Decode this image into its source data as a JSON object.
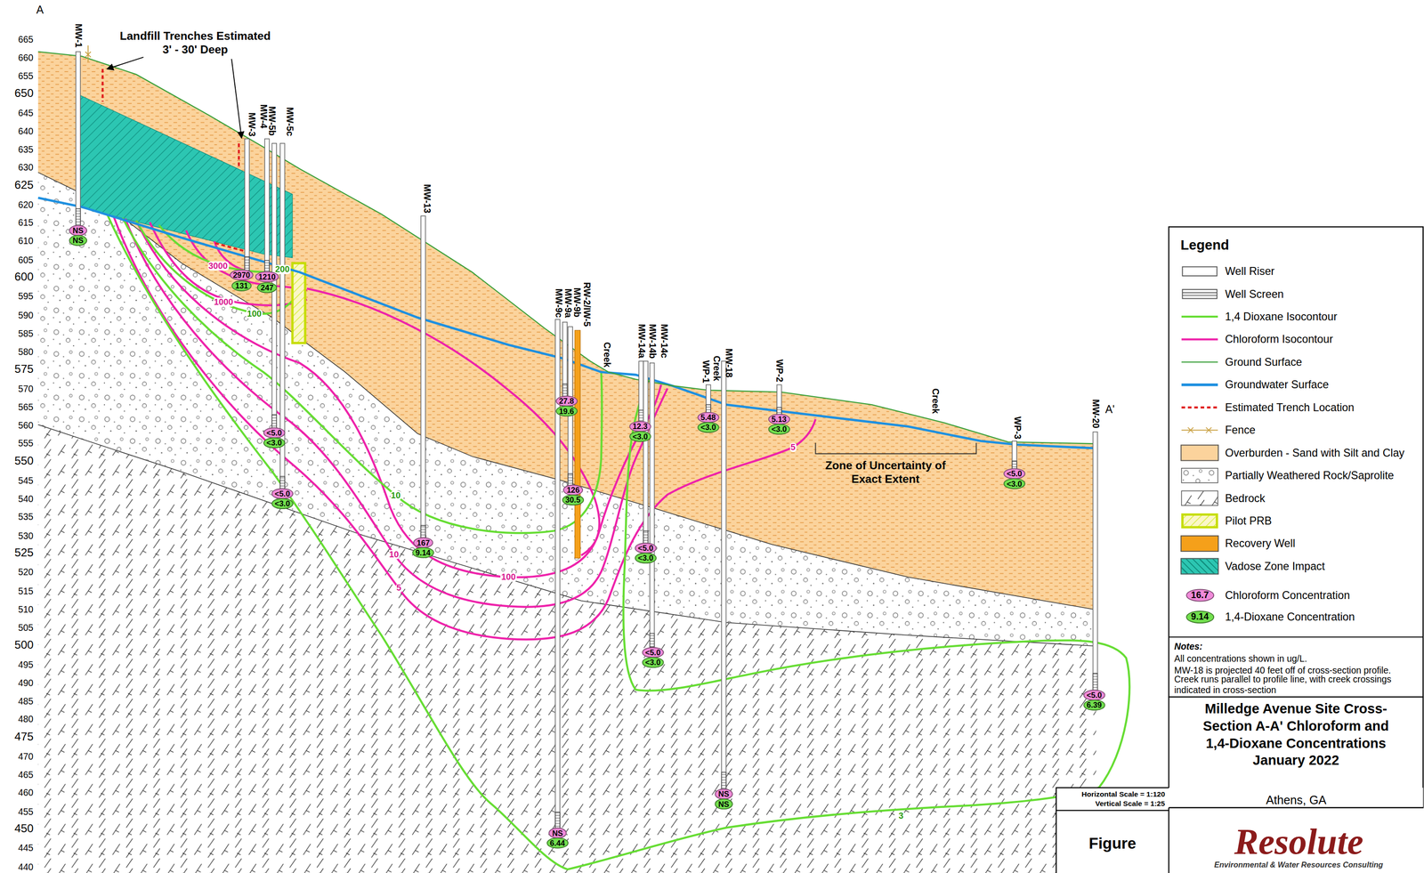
{
  "diagram": {
    "title": "Milledge Avenue Site Cross-Section A-A' Chloroform and 1,4-Dioxane Concentrations January 2022",
    "nodes": [
      {
        "text": [
          "NS"
        ]
      },
      {
        "text": [
          "NS"
        ]
      },
      {
        "text": [
          "2970"
        ]
      },
      {
        "text": [
          "131"
        ]
      },
      {
        "text": [
          "1210"
        ]
      },
      {
        "text": [
          "247"
        ]
      },
      {
        "text": [
          "<5.0"
        ]
      },
      {
        "text": [
          "<3.0"
        ]
      },
      {
        "text": [
          "<5.0"
        ]
      },
      {
        "text": [
          "<3.0"
        ]
      },
      {
        "text": [
          "167"
        ]
      },
      {
        "text": [
          "9.14"
        ]
      },
      {
        "text": [
          "NS"
        ]
      },
      {
        "text": [
          "6.44"
        ]
      },
      {
        "text": [
          "27.8"
        ]
      },
      {
        "text": [
          "19.6"
        ]
      },
      {
        "text": [
          "126"
        ]
      },
      {
        "text": [
          "30.5"
        ]
      },
      {
        "text": [
          "12.3"
        ]
      },
      {
        "text": [
          "<3.0"
        ]
      },
      {
        "text": [
          "<5.0"
        ]
      },
      {
        "text": [
          "<3.0"
        ]
      },
      {
        "text": [
          "<5.0"
        ]
      },
      {
        "text": [
          "<3.0"
        ]
      },
      {
        "text": [
          "5.48"
        ]
      },
      {
        "text": [
          "<3.0"
        ]
      },
      {
        "text": [
          "NS"
        ]
      },
      {
        "text": [
          "NS"
        ]
      },
      {
        "text": [
          "5.13"
        ]
      },
      {
        "text": [
          "<3.0"
        ]
      },
      {
        "text": [
          "<5.0"
        ]
      },
      {
        "text": [
          "<3.0"
        ]
      },
      {
        "text": [
          "<5.0"
        ]
      },
      {
        "text": [
          "6.39"
        ]
      }
    ],
    "labels": [
      "A",
      "A'",
      "665",
      "660",
      "655",
      "650",
      "645",
      "640",
      "635",
      "630",
      "625",
      "620",
      "615",
      "610",
      "605",
      "600",
      "595",
      "590",
      "585",
      "580",
      "575",
      "570",
      "565",
      "560",
      "555",
      "550",
      "545",
      "540",
      "535",
      "530",
      "525",
      "520",
      "515",
      "510",
      "505",
      "500",
      "495",
      "490",
      "485",
      "480",
      "475",
      "470",
      "465",
      "460",
      "455",
      "450",
      "445",
      "440",
      "Landfill Trenches Estimated 3' - 30' Deep",
      "MW-1",
      "MW-3",
      "MW-4",
      "MW-5b",
      "MW-5c",
      "MW-13",
      "MW-9c",
      "MW-9a",
      "MW-9b",
      "RW-2/IW-5",
      "Creek",
      "MW-14a",
      "MW-14b",
      "MW-14c",
      "WP-1",
      "Creek",
      "MW-18",
      "WP-2",
      "Creek",
      "WP-3",
      "MW-20",
      "Zone of Uncertainty of Exact Extent",
      "3000",
      "1000",
      "200",
      "100",
      "10",
      "10",
      "100",
      "5",
      "5",
      "3",
      "Legend",
      "Notes:",
      "All concentrations shown in ug/L.",
      "MW-18 is projected 40 feet off of cross-section profile.",
      "Creek runs parallel to profile line, with creek crossings indicated in cross-section",
      "16.7",
      "9.14",
      "Horizontal Scale = 1:120",
      "Vertical Scale = 1:25",
      "Athens, GA",
      "Figure",
      "Resolute",
      "Environmental & Water Resources Consulting"
    ],
    "legend": [
      {
        "text": "Well Riser"
      },
      {
        "text": "Well Screen"
      },
      {
        "text": "1,4 Dioxane Isocontour"
      },
      {
        "text": "Chloroform Isocontour"
      },
      {
        "text": "Ground Surface"
      },
      {
        "text": "Groundwater Surface"
      },
      {
        "text": "Estimated Trench Location"
      },
      {
        "text": "Fence"
      },
      {
        "text": "Overburden - Sand with Silt and Clay",
        "color": "#fbd39c"
      },
      {
        "text": "Partially Weathered Rock/Saprolite"
      },
      {
        "text": "Bedrock"
      },
      {
        "text": "Pilot PRB"
      },
      {
        "text": "Recovery Well",
        "color": "#f5a01a"
      },
      {
        "text": "Vadose Zone Impact",
        "color": "#2cc6b2"
      },
      {
        "text": "Chloroform Concentration",
        "color": "#f08ad9"
      },
      {
        "text": "1,4-Dioxane Concentration",
        "color": "#72e04e"
      }
    ]
  }
}
